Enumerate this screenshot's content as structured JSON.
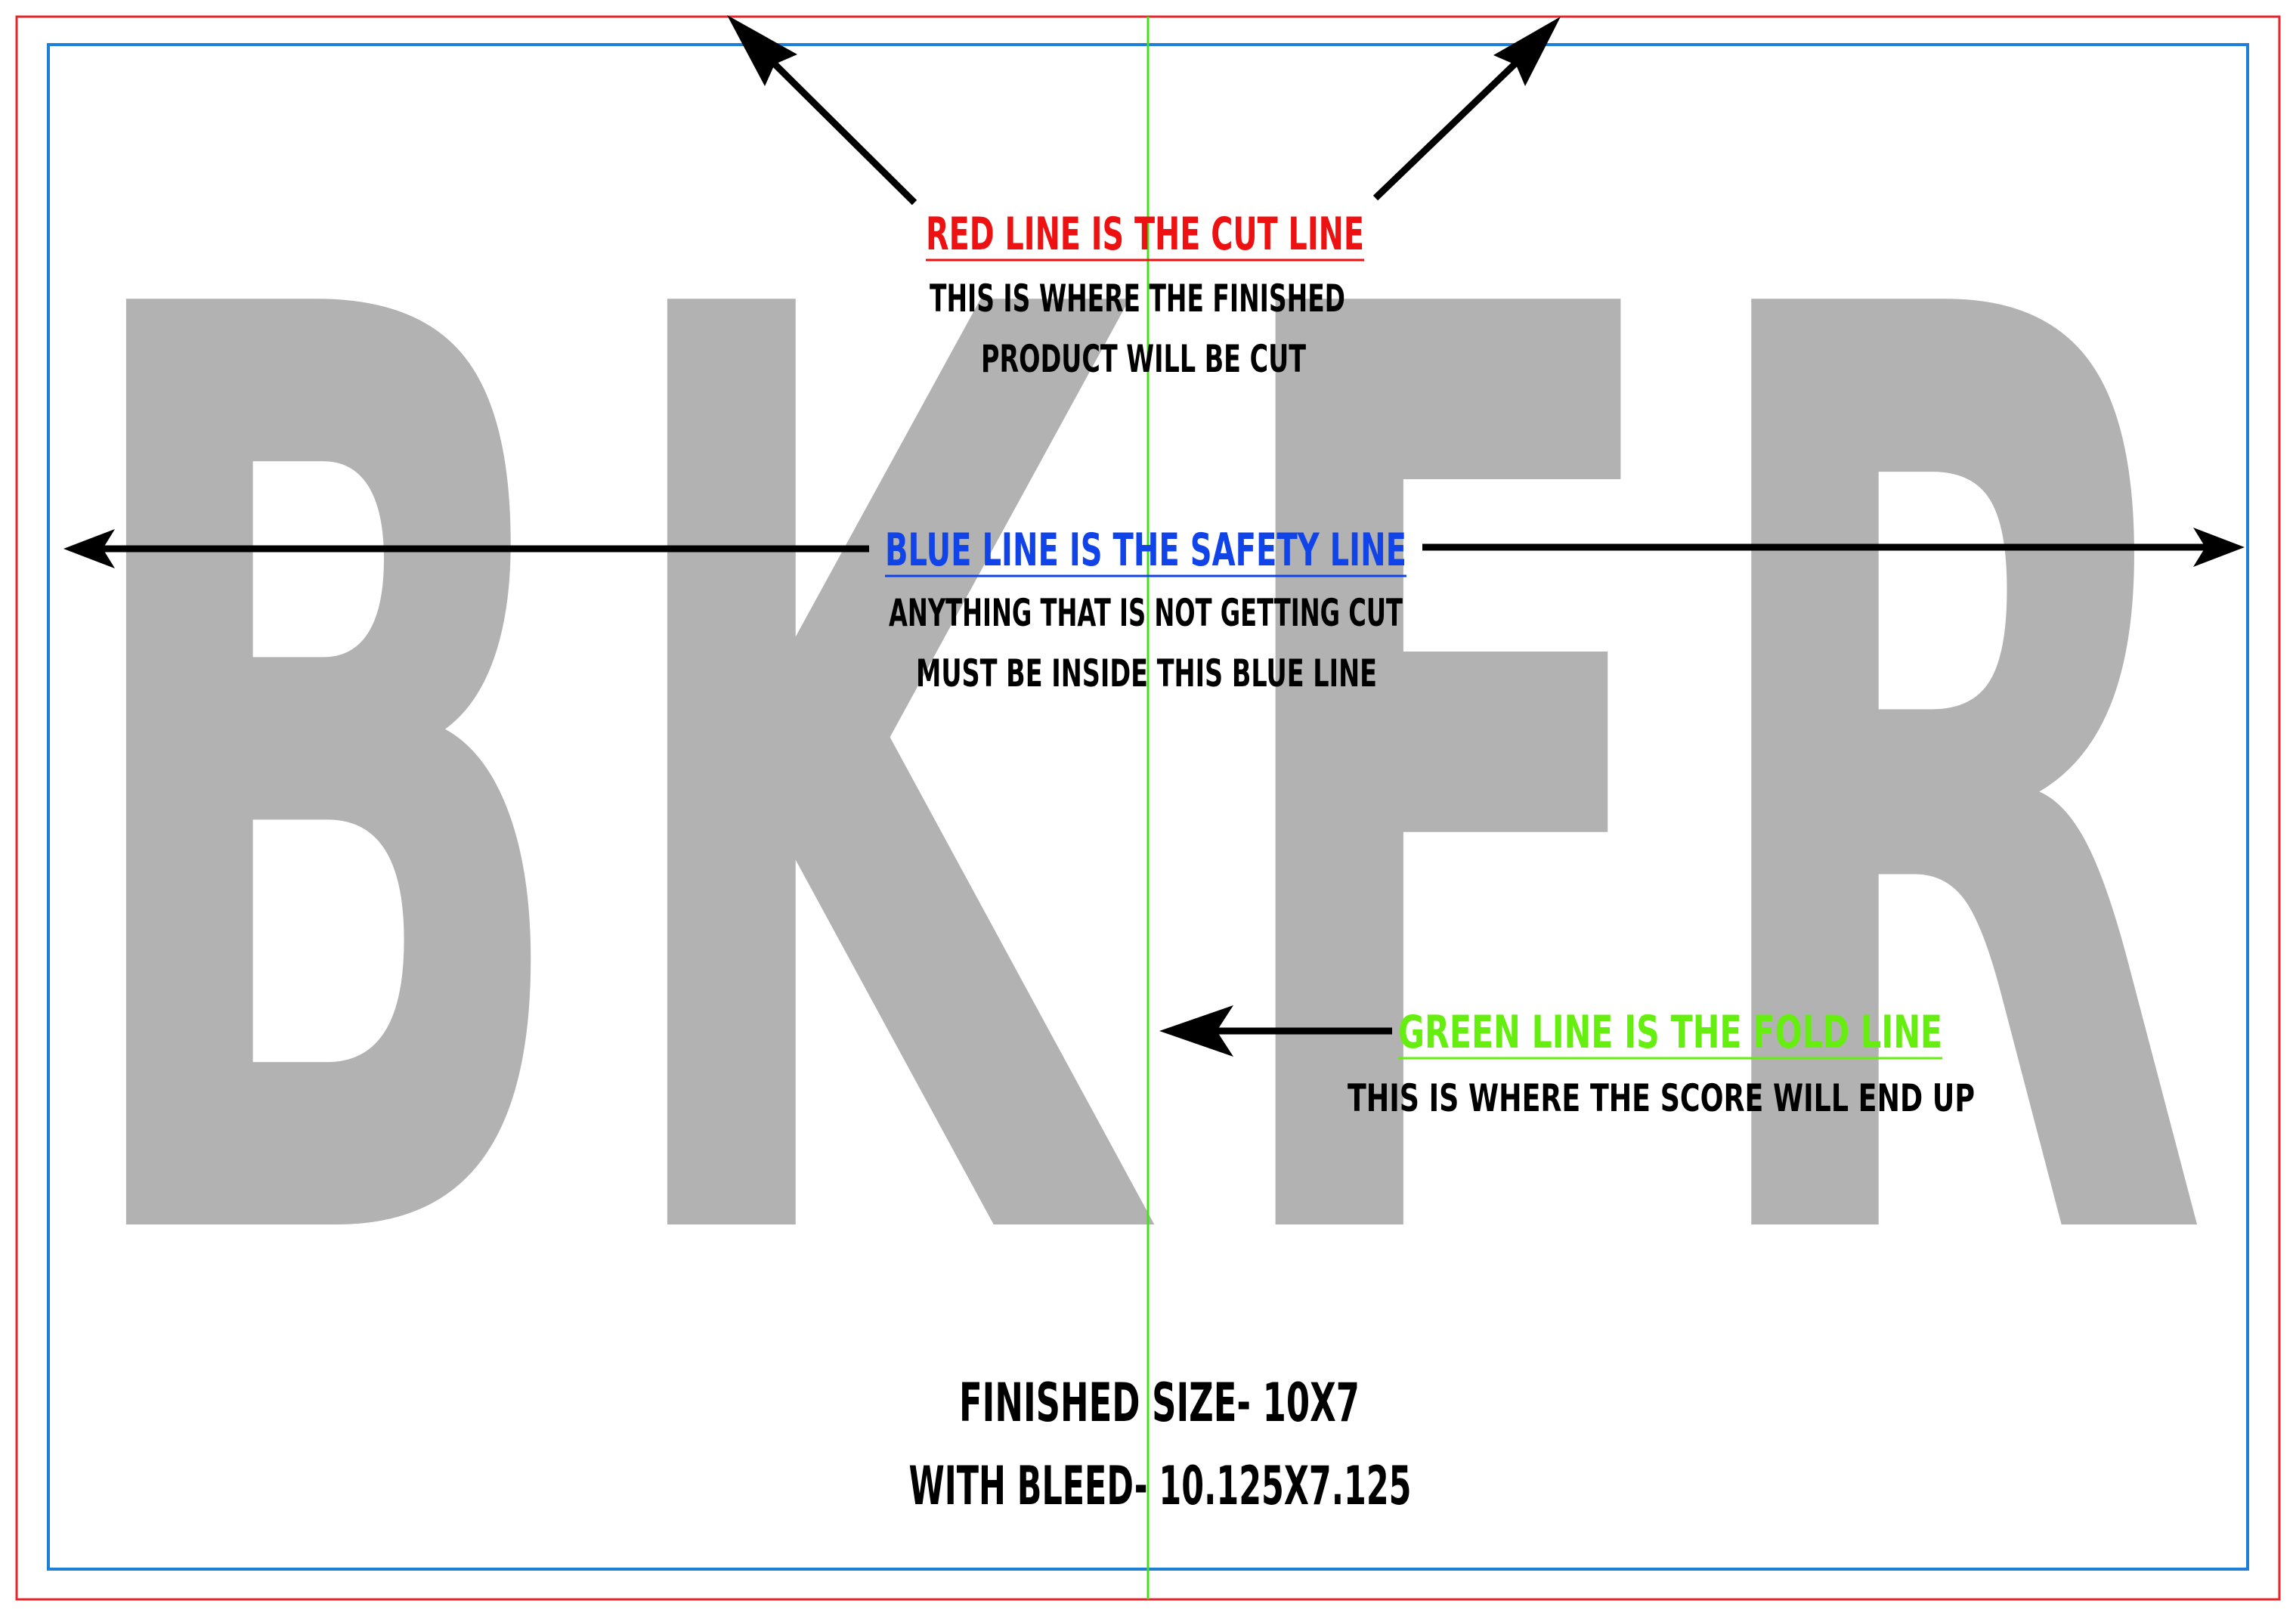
{
  "logo": {
    "letters": [
      "B",
      "K",
      "F",
      "R"
    ],
    "color": "#b2b2b2"
  },
  "guides": {
    "cut_line_color": "#e8262b",
    "safety_line_color": "#1d7fd6",
    "fold_line_color": "#44e11a",
    "arrow_color": "#000000"
  },
  "annotations": {
    "cut": {
      "title": "RED LINE IS THE CUT LINE",
      "title_color": "#ee1111",
      "line1": "THIS IS WHERE THE FINISHED",
      "line2": "PRODUCT WILL BE CUT"
    },
    "safety": {
      "title": "BLUE LINE IS THE SAFETY LINE",
      "title_color": "#1144e8",
      "line1": "ANYTHING THAT IS NOT GETTING CUT",
      "line2": "MUST BE INSIDE THIS BLUE LINE"
    },
    "fold": {
      "title": "GREEN LINE IS THE FOLD LINE",
      "title_color": "#66ee11",
      "line1": "THIS IS WHERE THE SCORE WILL END UP"
    }
  },
  "specs": {
    "finished_size": "FINISHED SIZE- 10X7",
    "with_bleed": "WITH BLEED- 10.125X7.125"
  }
}
